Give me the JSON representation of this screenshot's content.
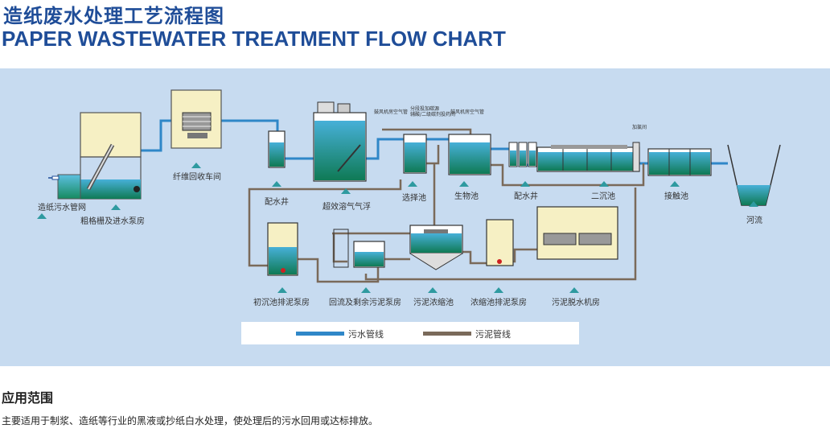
{
  "title_cn": "造纸废水处理工艺流程图",
  "title_en": "PAPER WASTEWATER TREATMENT FLOW CHART",
  "stages": {
    "inlet_pipe": "造纸污水管网",
    "screen_pump": "粗格栅及进水泵房",
    "fiber_recovery": "纤维回收车间",
    "dist_well_1": "配水井",
    "daf": "超效溶气气浮",
    "selector": "选择池",
    "bio_tank": "生物池",
    "dist_well_2": "配水井",
    "secondary_clarifier": "二沉池",
    "contact_tank": "接触池",
    "river": "河流",
    "primary_sludge_pump": "初沉池排泥泵房",
    "return_sludge_pump": "回流及剩余污泥泵房",
    "thickener": "污泥浓缩池",
    "thickener_pump": "浓缩池排泥泵房",
    "dewatering": "污泥脱水机房"
  },
  "notes": {
    "air_pipe_1": "鼓风机房空气管",
    "dosing_1": "分段投加碳源",
    "dosing_2": "辅酸/二级碳剂投药间",
    "air_pipe_2": "鼓风机房空气管",
    "dosing_room": "加氯间"
  },
  "legend": {
    "sewage_line": "污水管线",
    "sludge_line": "污泥管线",
    "sewage_color": "#2f87c8",
    "sludge_color": "#7a6a5a"
  },
  "application": {
    "heading": "应用范围",
    "text": "主要适用于制浆、造纸等行业的黑液或抄纸白水处理，使处理后的污水回用或达标排放。"
  }
}
